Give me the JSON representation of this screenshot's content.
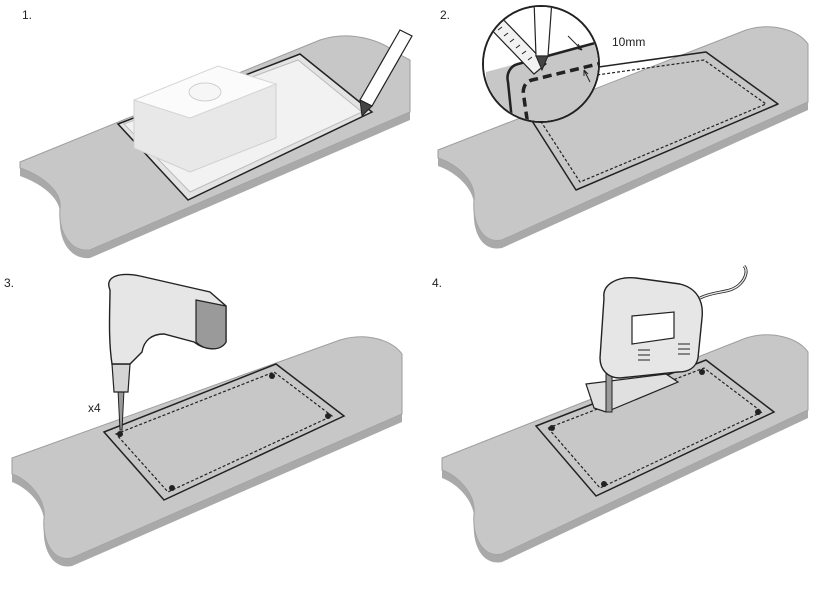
{
  "steps": [
    {
      "label": "1."
    },
    {
      "label": "2.",
      "callout": "10mm"
    },
    {
      "label": "3.",
      "callout": "x4"
    },
    {
      "label": "4."
    }
  ],
  "colors": {
    "counter_top": "#c7c7c7",
    "counter_edge": "#a9a9a9",
    "sink_white": "#f4f4f4",
    "tool_body": "#e6e6e6",
    "tool_dark": "#9a9a9a",
    "outline": "#222222"
  }
}
